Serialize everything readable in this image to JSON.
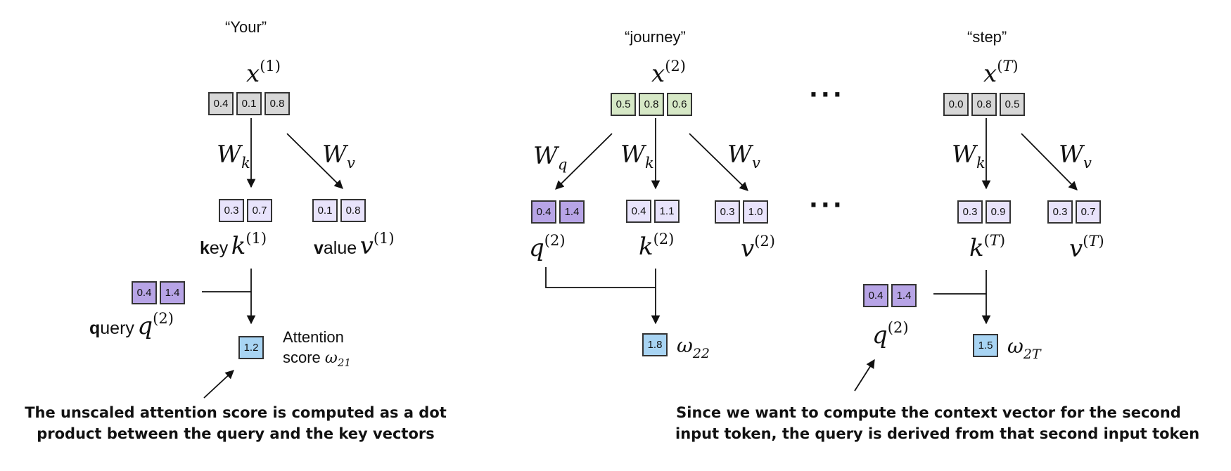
{
  "tokens": {
    "first": {
      "word": "“Your”",
      "x_sup": "(1)",
      "x": [
        "0.4",
        "0.1",
        "0.8"
      ],
      "k": [
        "0.3",
        "0.7"
      ],
      "v": [
        "0.1",
        "0.8"
      ]
    },
    "second": {
      "word": "“journey”",
      "x_sup": "(2)",
      "x": [
        "0.5",
        "0.8",
        "0.6"
      ],
      "q": [
        "0.4",
        "1.4"
      ],
      "k": [
        "0.4",
        "1.1"
      ],
      "v": [
        "0.3",
        "1.0"
      ]
    },
    "last": {
      "word": "“step”",
      "x": [
        "0.0",
        "0.8",
        "0.5"
      ],
      "k": [
        "0.3",
        "0.9"
      ],
      "v": [
        "0.3",
        "0.7"
      ]
    }
  },
  "query_q2": [
    "0.4",
    "1.4"
  ],
  "scores": {
    "w21": "1.2",
    "w22": "1.8",
    "w2T": "1.5"
  },
  "labels": {
    "key_rest": "ey",
    "value_rest": "alue",
    "query_rest": "uery",
    "attention": "Attention",
    "score": "score",
    "ellipsis": "···"
  },
  "captions": {
    "left_line1": "The unscaled attention score is computed as a dot",
    "left_line2": "product between the query and the key vectors",
    "right_line1": "Since we want to compute the context vector for the second",
    "right_line2": "input token, the query is derived from that second input token"
  },
  "colors": {
    "input_gray": "#d7d7d7",
    "input_green": "#d6e8c6",
    "kv_lavender": "#e8e3fb",
    "query_purple": "#b7a4e6",
    "score_blue": "#a8d4f3"
  }
}
